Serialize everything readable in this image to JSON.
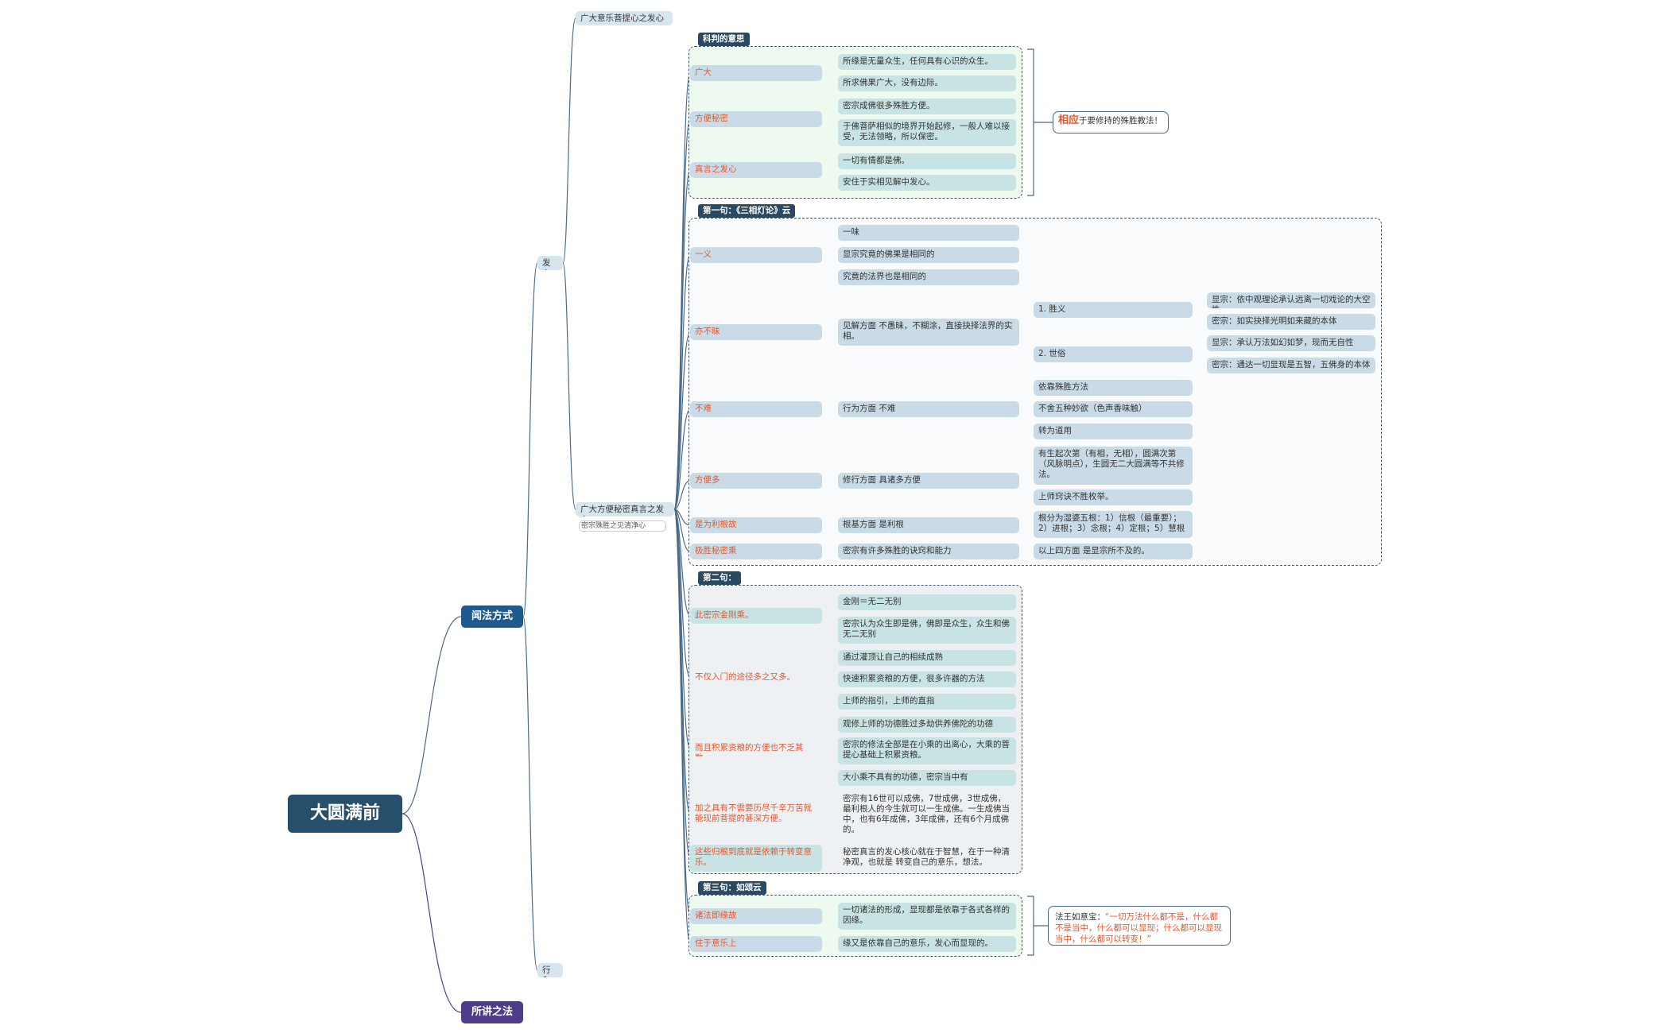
{
  "root": "大圆满前行",
  "main_nodes": {
    "method": "闻法方式",
    "taught": "所讲之法"
  },
  "level1": {
    "fa_xin": "发心",
    "xing_wei": "行为"
  },
  "level2": {
    "broad_bodhicitta": "广大意乐菩提心之发心",
    "secret_mantra": "广大方便秘密真言之发心",
    "secret_note": "密宗殊胜之见清净心"
  },
  "groups": {
    "g1": {
      "tag": "科判的意思",
      "categories": [
        "广大",
        "方便秘密",
        "真言之发心"
      ],
      "leaves": [
        "所缘是无量众生，任何具有心识的众生。",
        "所求佛果广大，没有边际。",
        "密宗成佛很多殊胜方便。",
        "于佛菩萨相似的境界开始起修，一般人难以接受，无法领略，所以保密。",
        "一切有情都是佛。",
        "安住于实相见解中发心。"
      ],
      "callout_highlight": "相应",
      "callout_text": "于要修持的殊胜教法！"
    },
    "g2": {
      "tag": "第一句：《三相灯论》云",
      "categories": [
        "一义",
        "亦不昧",
        "不难",
        "方便多",
        "是为利根故",
        "极胜秘密乘"
      ],
      "yiyi_leaves": [
        "一味",
        "显宗究竟的佛果是相同的",
        "究竟的法界也是相同的"
      ],
      "view": "见解方面 不愚昧，不糊涂，直接抉择法界的实相。",
      "sheng_yi": "1. 胜义",
      "shi_su": "2. 世俗",
      "view_leaves": [
        "显宗：依中观理论承认远离一切戏论的大空性",
        "密宗：如实抉择光明如来藏的本体",
        "显宗：承认万法如幻如梦，现而无自性",
        "密宗：通达一切显现是五智，五佛身的本体"
      ],
      "practice": "行为方面 不难",
      "practice_leaves": [
        "依靠殊胜方法",
        "不舍五种妙欲（色声香味触）",
        "转为道用"
      ],
      "method": "修行方面 具诸多方便",
      "method_leaves": [
        "有生起次第（有相，无相），圆满次第（风脉明点），生圆无二大圆满等不共修法。",
        "上师窍诀不胜枚举。"
      ],
      "root_faculty": "根基方面 是利根",
      "root_faculty_leaf": "根分为湿婆五根：1）信根（最重要）；2）进根；3）念根；4）定根；5）慧根",
      "ability": "密宗有许多殊胜的诀窍和能力",
      "ability_leaf": "以上四方面 是显宗所不及的。"
    },
    "g3": {
      "tag": "第二句：",
      "categories": [
        "此密宗金刚乘。",
        "不仅入门的途径多之又多。",
        "而且积累资粮的方便也不乏其数。",
        "加之具有不需要历尽千辛万苦就能现前菩提的甚深方便。",
        "这些归根到底就是依赖于转变意乐。"
      ],
      "leaves": [
        "金刚＝无二无别",
        "密宗认为众生即是佛，佛即是众生，众生和佛无二无别",
        "通过灌顶让自己的相续成熟",
        "快速积累资粮的方便，很多许器的方法",
        "上师的指引，上师的直指",
        "观修上师的功德胜过多劫供养佛陀的功德",
        "密宗的修法全部是在小乘的出离心，大乘的菩提心基础上积累资粮。",
        "大小乘不具有的功德，密宗当中有",
        "密宗有16世可以成佛，7世成佛，3世成佛，最利根人的今生就可以一生成佛。一生成佛当中，也有6年成佛，3年成佛，还有6个月成佛的。",
        "秘密真言的发心核心就在于智慧，在于一种清净观，也就是 转变自己的意乐，想法。"
      ]
    },
    "g4": {
      "tag": "第三句：如颂云",
      "categories": [
        "诸法即缘故",
        "住于意乐上"
      ],
      "leaves": [
        "一切诸法的形成，显现都是依靠于各式各样的因缘。",
        "缘又是依靠自己的意乐，发心而显现的。"
      ],
      "callout_prefix": "法王如意宝：",
      "callout_quote": "“一切万法什么都不是，什么都不是当中，什么都可以显现；什么都可以显现当中，什么都可以转变！”"
    }
  },
  "colors": {
    "root": "#264f6b",
    "main_blue": "#1e5a8c",
    "main_purple": "#4e3c8a",
    "node_blue": "#c9dbe6",
    "node_teal": "#c7e3e3",
    "category_text": "#e4572e",
    "wire": "#4a6a88"
  }
}
